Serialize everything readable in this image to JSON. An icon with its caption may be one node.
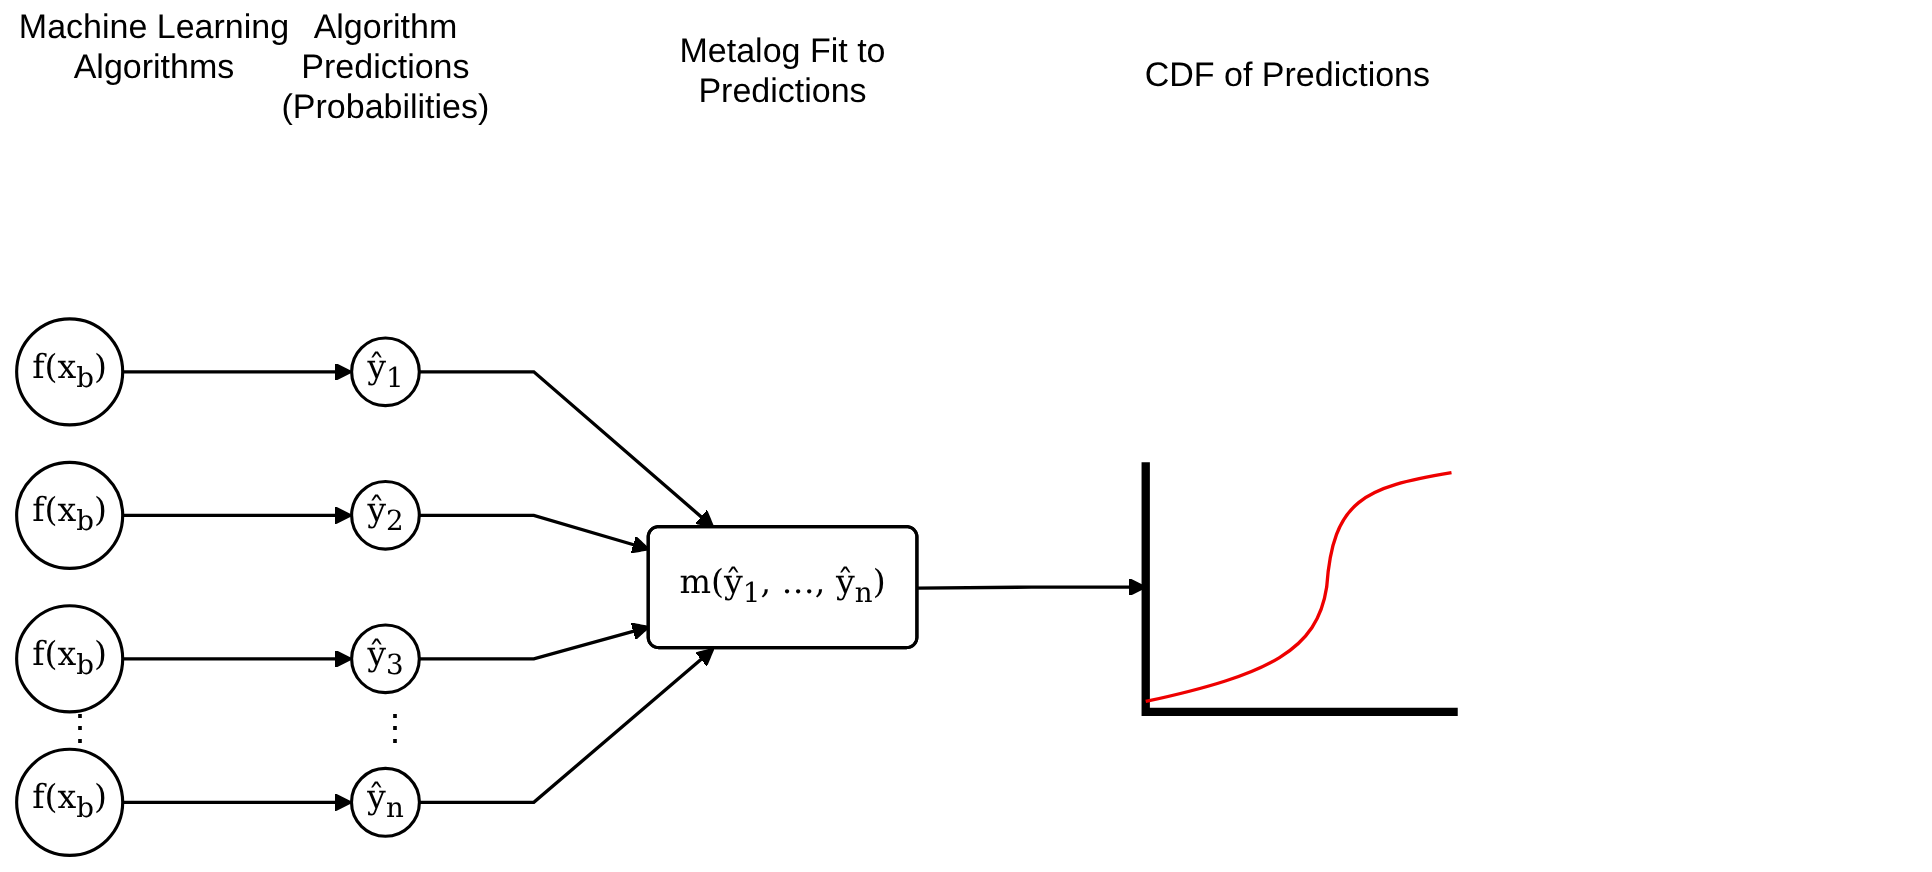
{
  "diagram": {
    "nodes": [
      {
        "text": [
          "f(x$_{b}$)"
        ]
      },
      {
        "text": [
          "f(x$_{b}$)"
        ]
      },
      {
        "text": [
          "f(x$_{b}$)"
        ]
      },
      {
        "text": [
          "f(x$_{b}$)"
        ]
      },
      {
        "text": [
          "ŷ$_{1}$"
        ]
      },
      {
        "text": [
          "ŷ$_{2}$"
        ]
      },
      {
        "text": [
          "ŷ$_{3}$"
        ]
      },
      {
        "text": [
          "ŷ$_{n}$"
        ]
      },
      {
        "text": [
          "m(ŷ$_{1}$, …, ŷ$_{n}$)"
        ]
      },
      {
        "text": [],
        "shape": "picture"
      }
    ],
    "edges": [
      {
        "from": 0,
        "to": 4,
        "arrow": "to"
      },
      {
        "from": 1,
        "to": 5,
        "arrow": "to"
      },
      {
        "from": 2,
        "to": 6,
        "arrow": "to"
      },
      {
        "from": 3,
        "to": 7,
        "arrow": "to"
      },
      {
        "from": 4,
        "to": 8,
        "arrow": "to"
      },
      {
        "from": 5,
        "to": 8,
        "arrow": "to"
      },
      {
        "from": 6,
        "to": 8,
        "arrow": "to"
      },
      {
        "from": 7,
        "to": 8,
        "arrow": "to"
      },
      {
        "from": 8,
        "to": 9,
        "arrow": "to"
      }
    ],
    "labels": [
      "Machine Learning Algorithms",
      "Algorithm Predictions (Probabilities)",
      "Metalog Fit to Predictions",
      "CDF of Predictions",
      "⋮",
      "⋮"
    ]
  }
}
